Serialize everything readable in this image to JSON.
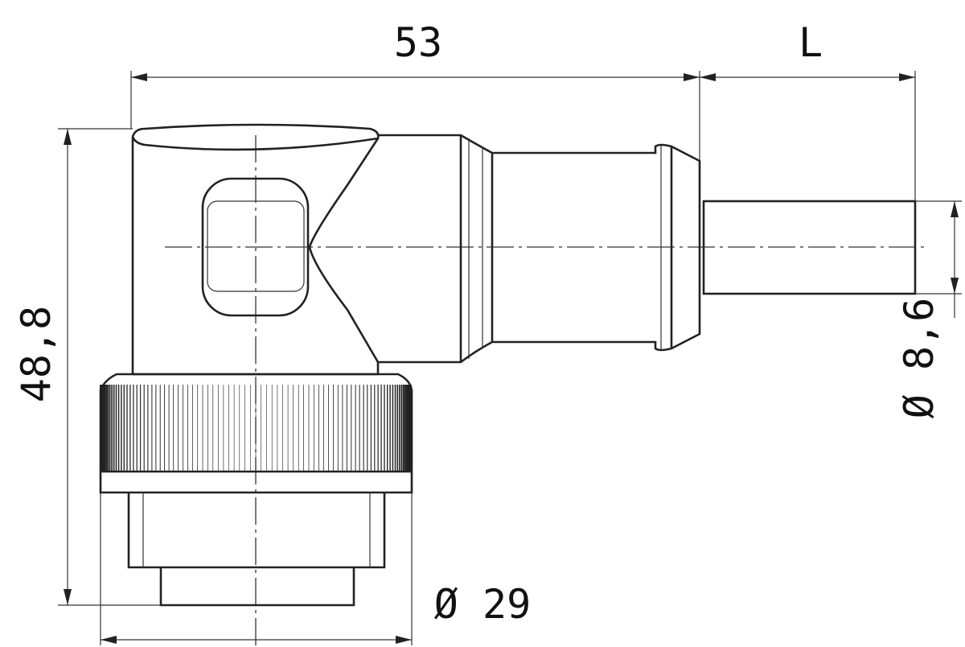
{
  "title": "Angled connector dimension drawing",
  "dimensions": {
    "overall_length": "53",
    "cable_length": "L",
    "overall_height": "48,8",
    "cable_diameter": "Ø 8,6",
    "nut_diameter": "Ø 29"
  },
  "colors": {
    "line": "#222222",
    "background": "#ffffff"
  }
}
